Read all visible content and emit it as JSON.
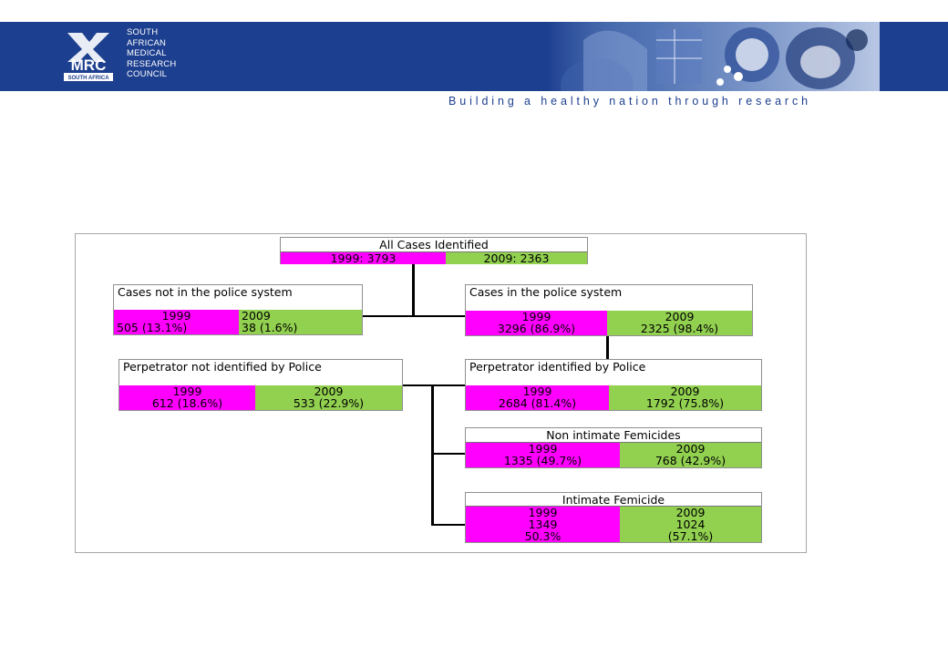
{
  "header": {
    "org_lines": [
      "SOUTH",
      "AFRICAN",
      "MEDICAL",
      "RESEARCH",
      "COUNCIL"
    ],
    "logo_text": "MRC",
    "logo_sub": "SOUTH AFRICA",
    "tagline": "Building a healthy nation through research",
    "colors": {
      "banner": "#1d3f8f",
      "magenta": "#ff00ff",
      "green": "#92d050"
    }
  },
  "diagram": {
    "all": {
      "title": "All Cases Identified",
      "y1999": "1999: 3793",
      "y2009": "2009: 2363"
    },
    "not_police": {
      "title": "Cases not in the police system",
      "h1999": "1999",
      "v1999": "505 (13.1%)",
      "h2009": "2009",
      "v2009": "38 (1.6%)"
    },
    "police": {
      "title": "Cases in the police system",
      "h1999": "1999",
      "v1999": "3296 (86.9%)",
      "h2009": "2009",
      "v2009": "2325 (98.4%)"
    },
    "perp_not": {
      "title": "Perpetrator not identified by Police",
      "h1999": "1999",
      "v1999": "612 (18.6%)",
      "h2009": "2009",
      "v2009": "533 (22.9%)"
    },
    "perp_id": {
      "title": "Perpetrator identified by Police",
      "h1999": "1999",
      "v1999": "2684 (81.4%)",
      "h2009": "2009",
      "v2009": "1792 (75.8%)"
    },
    "non_intimate": {
      "title": "Non intimate Femicides",
      "h1999": "1999",
      "v1999": "1335 (49.7%)",
      "h2009": "2009",
      "v2009": "768 (42.9%)"
    },
    "intimate": {
      "title": "Intimate Femicide",
      "l1999": [
        "1999",
        "1349",
        "50.3%"
      ],
      "l2009": [
        "2009",
        "1024",
        "(57.1%)"
      ]
    }
  }
}
